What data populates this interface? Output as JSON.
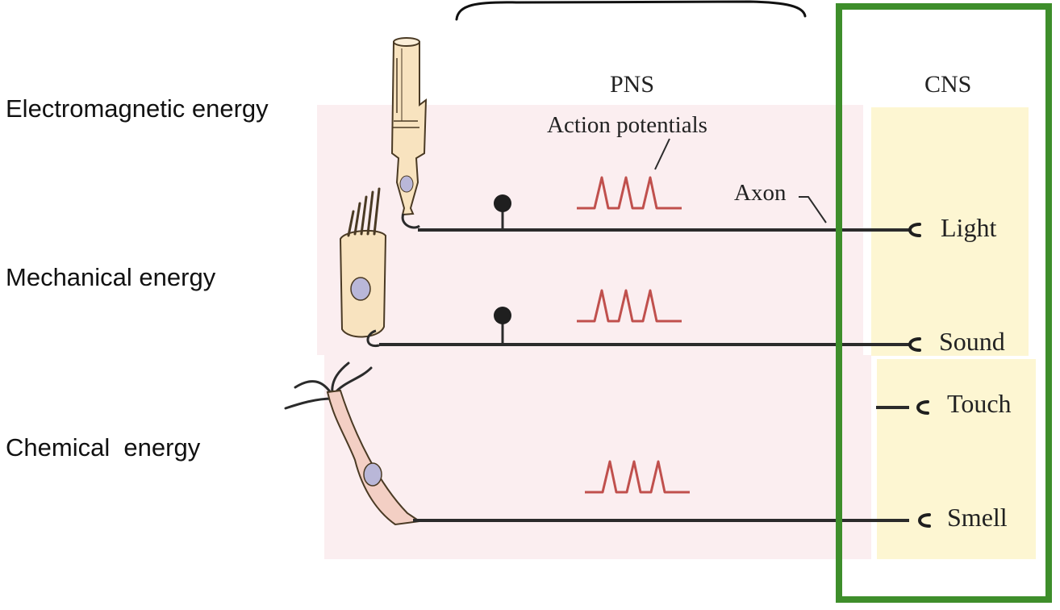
{
  "energy_labels": {
    "electromagnetic": "Electromagnetic energy",
    "mechanical": "Mechanical energy",
    "chemical": "Chemical  energy"
  },
  "regions": {
    "pns": "PNS",
    "cns": "CNS"
  },
  "annotations": {
    "action_potentials": "Action potentials",
    "axon": "Axon"
  },
  "senses": [
    "Light",
    "Sound",
    "Touch",
    "Smell"
  ],
  "colors": {
    "pns_background": "#fbeef0",
    "cns_background": "#fdf6d2",
    "highlight_box": "#3e8e2b",
    "spike": "#c0504d",
    "axon": "#2b2b2b",
    "cell_fill": "#f8e3bf",
    "nucleus": "#b9b7d8",
    "olfactory_fill": "#f3cfc4"
  }
}
